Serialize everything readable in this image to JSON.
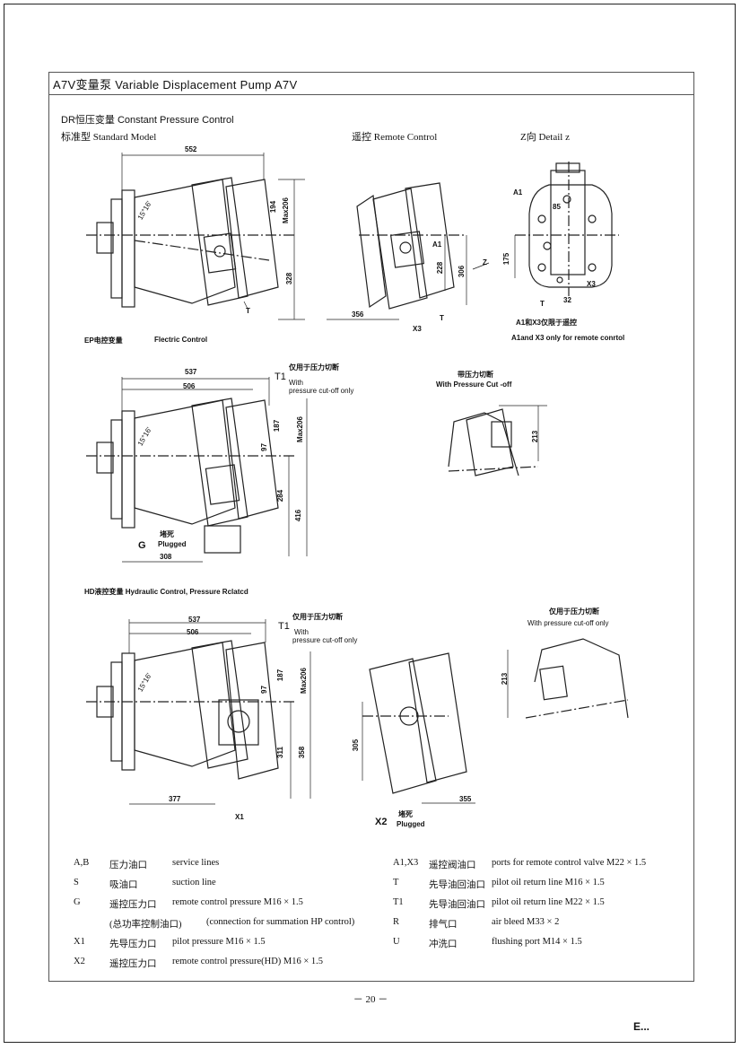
{
  "header": {
    "title": "A7V变量泵 Variable Displacement Pump A7V"
  },
  "dr": {
    "heading": "DR恒压变量 Constant Pressure Control",
    "standard": "标准型 Standard Model",
    "remote": "遥控 Remote Control",
    "detail": "Z向 Detail z",
    "dims": {
      "d552": "552",
      "d194": "194",
      "dmax206": "Max206",
      "d328": "328",
      "d228": "228",
      "d306": "306",
      "d356": "356",
      "d85": "85",
      "d175": "175",
      "d32": "32",
      "angle": "15°16'"
    },
    "labels": {
      "T": "T",
      "A1": "A1",
      "X3": "X3",
      "Z": "Z"
    },
    "note_cn": "A1和X3仅限于遥控",
    "note_en": "A1and X3 only for remote conrtol"
  },
  "ep": {
    "heading_cn": "EP电控变量",
    "heading_en": "Flectric Control",
    "cutoff_cn": "仅用于压力切断",
    "t1": "T1",
    "with": "With",
    "cutoff_en": "pressure cut-off only",
    "pcut_cn": "带压力切断",
    "pcut_en": "With Pressure Cut -off",
    "plug_cn": "堵死",
    "plug_en": "Plugged",
    "g": "G",
    "dims": {
      "d537": "537",
      "d506": "506",
      "d187": "187",
      "d97": "97",
      "dmax206": "Max206",
      "d284": "284",
      "d416": "416",
      "d308": "308",
      "d213": "213",
      "angle": "15°16'"
    }
  },
  "hd": {
    "heading": "HD液控变量 Hydraulic Control, Pressure Rclatcd",
    "cutoff_cn": "仅用于压力切断",
    "t1": "T1",
    "with": "With",
    "cutoff_en": "pressure cut-off only",
    "right_cn": "仅用于压力切断",
    "right_en": "With pressure cut-off only",
    "plug_cn": "堵死",
    "plug_en": "Plugged",
    "x1": "X1",
    "x2": "X2",
    "dims": {
      "d537": "537",
      "d506": "506",
      "d97": "97",
      "d187": "187",
      "dmax206": "Max206",
      "d311": "311",
      "d358": "358",
      "d377": "377",
      "d305": "305",
      "d355": "355",
      "d213": "213",
      "angle": "15°16'"
    }
  },
  "legend": {
    "left": [
      {
        "code": "A,B",
        "cn": "压力油口",
        "en": "service lines"
      },
      {
        "code": "S",
        "cn": "吸油口",
        "en": "suction line"
      },
      {
        "code": "G",
        "cn": "遥控压力口",
        "en": "remote control pressure M16 × 1.5"
      },
      {
        "code": "",
        "cn": "(总功率控制油口)",
        "en": "(connection for summation HP control)"
      },
      {
        "code": "X1",
        "cn": "先导压力口",
        "en": "pilot pressure M16 × 1.5"
      },
      {
        "code": "X2",
        "cn": "遥控压力口",
        "en": "remote control pressure(HD) M16 × 1.5"
      }
    ],
    "right": [
      {
        "code": "A1,X3",
        "cn": "遥控阀油口",
        "en": "ports for remote control valve M22 × 1.5"
      },
      {
        "code": "T",
        "cn": "先导油回油口",
        "en": "pilot oil return line M16 × 1.5"
      },
      {
        "code": "T1",
        "cn": "先导油回油口",
        "en": "pilot oil return line M22 × 1.5"
      },
      {
        "code": "R",
        "cn": "排气口",
        "en": "air bleed M33 × 2"
      },
      {
        "code": "U",
        "cn": "冲洗口",
        "en": "flushing port M14 × 1.5"
      }
    ]
  },
  "footer": {
    "page": "－ 20 －",
    "corner": "E..."
  }
}
